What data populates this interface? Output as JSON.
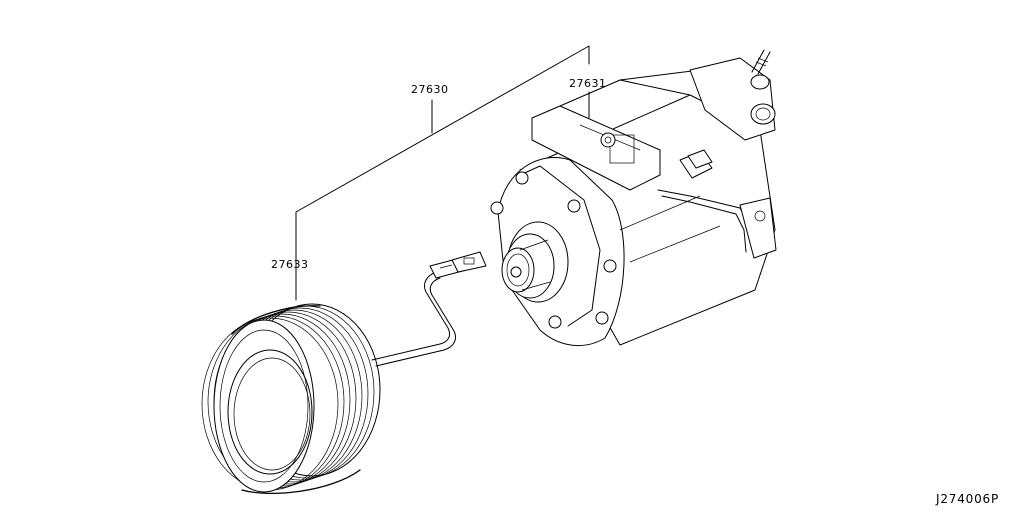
{
  "diagram": {
    "callouts": {
      "assembly": "27630",
      "compressor": "27631",
      "clutch": "27633"
    },
    "diagram_code": "J274006P"
  }
}
